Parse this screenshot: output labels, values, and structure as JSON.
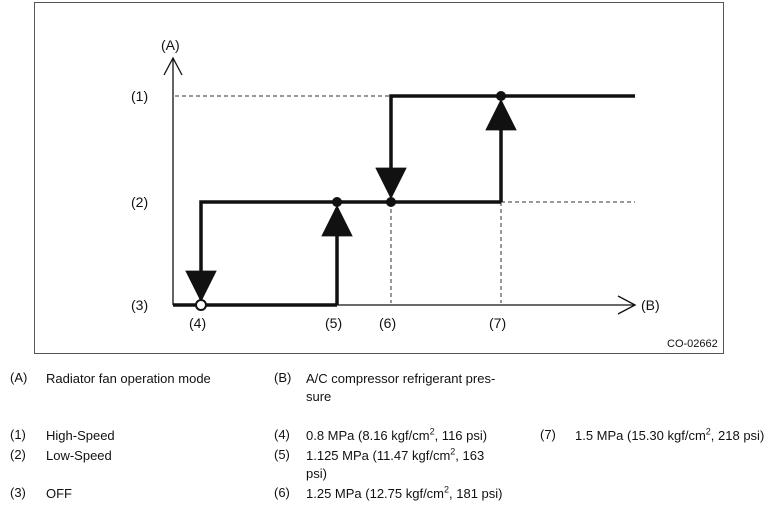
{
  "figure": {
    "y_axis_label": "(A)",
    "x_axis_label": "(B)",
    "level_labels": {
      "high": "(1)",
      "low": "(2)",
      "off": "(3)"
    },
    "pressure_labels": {
      "p4": "(4)",
      "p5": "(5)",
      "p6": "(6)",
      "p7": "(7)"
    },
    "figure_code": "CO-02662"
  },
  "legend": {
    "A": {
      "key": "(A)",
      "text": "Radiator fan operation mode"
    },
    "B": {
      "key": "(B)",
      "text_line1": "A/C compressor refrigerant pres-",
      "text_line2": "sure"
    },
    "L1": {
      "key": "(1)",
      "text": "High-Speed"
    },
    "L2": {
      "key": "(2)",
      "text": "Low-Speed"
    },
    "L3": {
      "key": "(3)",
      "text": "OFF"
    },
    "L4": {
      "key": "(4)",
      "pre": "0.8 MPa (8.16 kgf/cm",
      "sup": "2",
      "post": ", 116 psi)"
    },
    "L5": {
      "key": "(5)",
      "pre": "1.125 MPa (11.47 kgf/cm",
      "sup": "2",
      "post": ", 163",
      "line2": "psi)"
    },
    "L6": {
      "key": "(6)",
      "pre": "1.25 MPa (12.75 kgf/cm",
      "sup": "2",
      "post": ", 181 psi)"
    },
    "L7": {
      "key": "(7)",
      "pre": "1.5 MPa (15.30 kgf/cm",
      "sup": "2",
      "post": ", 218 psi)"
    }
  }
}
